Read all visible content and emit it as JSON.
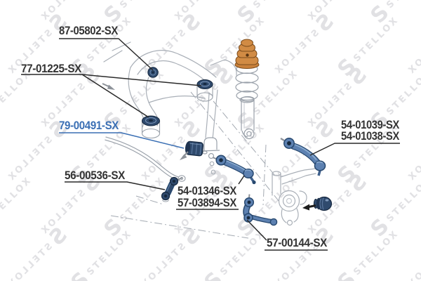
{
  "watermark": {
    "logo": "S",
    "text": "STELLOX",
    "color": "#e1e1e4"
  },
  "colors": {
    "accent_blue": "#3a6fb4",
    "label_text": "#333333",
    "highlight_orange": "#d18b44",
    "part_navy": "#2f4a6d",
    "arm_steel_blue": "#5d81b1",
    "outline_gray": "#9aa1aa"
  },
  "labels": {
    "subframe_bushing_small": "87-05802-SX",
    "subframe_bushing_large": "77-01225-SX",
    "stabilizer_bushing": "79-00491-SX",
    "stabilizer_link": "56-00536-SX",
    "toe_arm_a": "54-01346-SX",
    "toe_arm_b": "57-03894-SX",
    "upper_arm_a": "54-01039-SX",
    "upper_arm_b": "54-01038-SX",
    "integral_link": "57-00144-SX"
  }
}
